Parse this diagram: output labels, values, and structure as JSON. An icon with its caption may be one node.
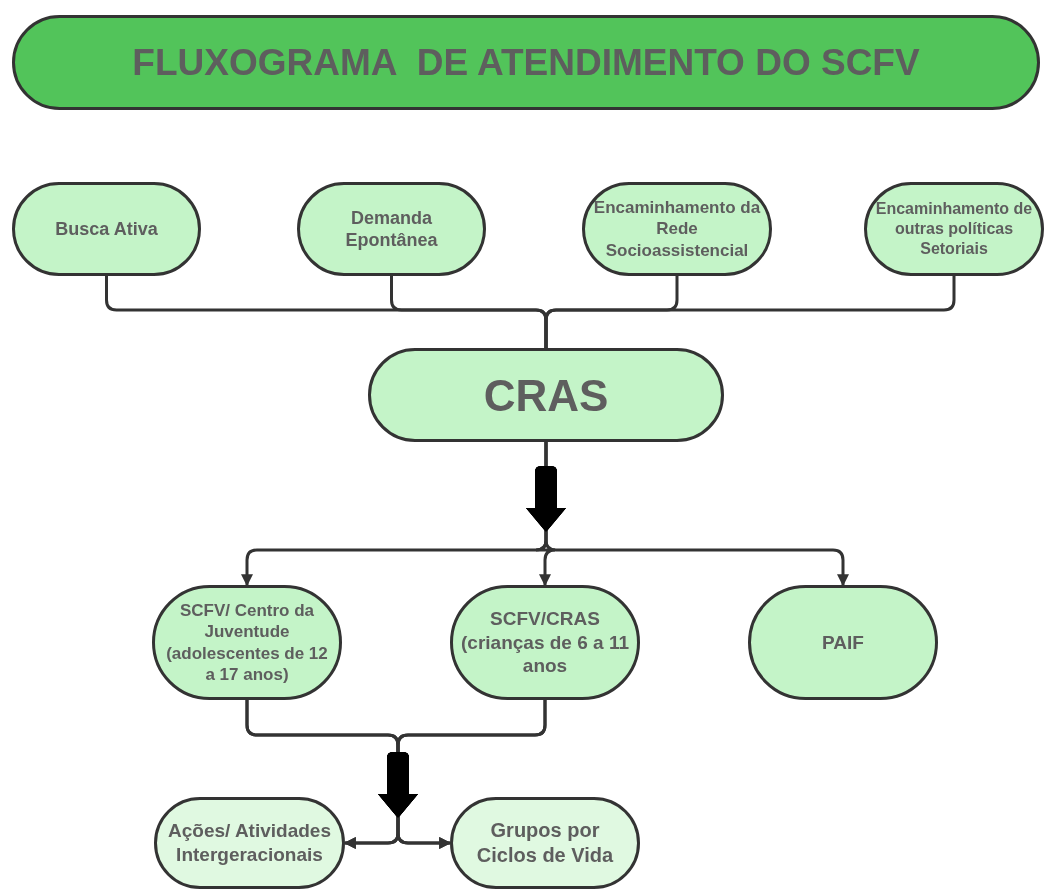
{
  "diagram": {
    "title": "FLUXOGRAMA  DE ATENDIMENTO DO SCFV",
    "nodes": [
      {
        "text": [
          "Busca Ativa"
        ]
      },
      {
        "text": [
          "Demanda Epontânea"
        ]
      },
      {
        "text": [
          "Encaminhamento da Rede Socioassistencial"
        ]
      },
      {
        "text": [
          "Encaminhamento de outras políticas Setoriais"
        ]
      },
      {
        "text": [
          "CRAS"
        ]
      },
      {
        "text": [
          "SCFV/ Centro da Juventude (adolescentes de 12 a 17 anos)"
        ]
      },
      {
        "text": [
          "SCFV/CRAS (crianças de 6 a 11 anos"
        ]
      },
      {
        "text": [
          "PAIF"
        ]
      },
      {
        "text": [
          "Ações/ Atividades Intergeracionais"
        ]
      },
      {
        "text": [
          "Grupos por Ciclos de Vida"
        ]
      }
    ],
    "edges": [
      {
        "from": 0,
        "to": 4,
        "arrow": "none"
      },
      {
        "from": 1,
        "to": 4,
        "arrow": "none"
      },
      {
        "from": 2,
        "to": 4,
        "arrow": "none"
      },
      {
        "from": 3,
        "to": 4,
        "arrow": "none"
      },
      {
        "from": 4,
        "to": 5,
        "arrow": "to"
      },
      {
        "from": 4,
        "to": 6,
        "arrow": "to"
      },
      {
        "from": 4,
        "to": 7,
        "arrow": "to"
      },
      {
        "from": 5,
        "to": 8,
        "arrow": "to"
      },
      {
        "from": 5,
        "to": 9,
        "arrow": "to"
      },
      {
        "from": 6,
        "to": 8,
        "arrow": "to"
      },
      {
        "from": 6,
        "to": 9,
        "arrow": "to"
      }
    ]
  }
}
